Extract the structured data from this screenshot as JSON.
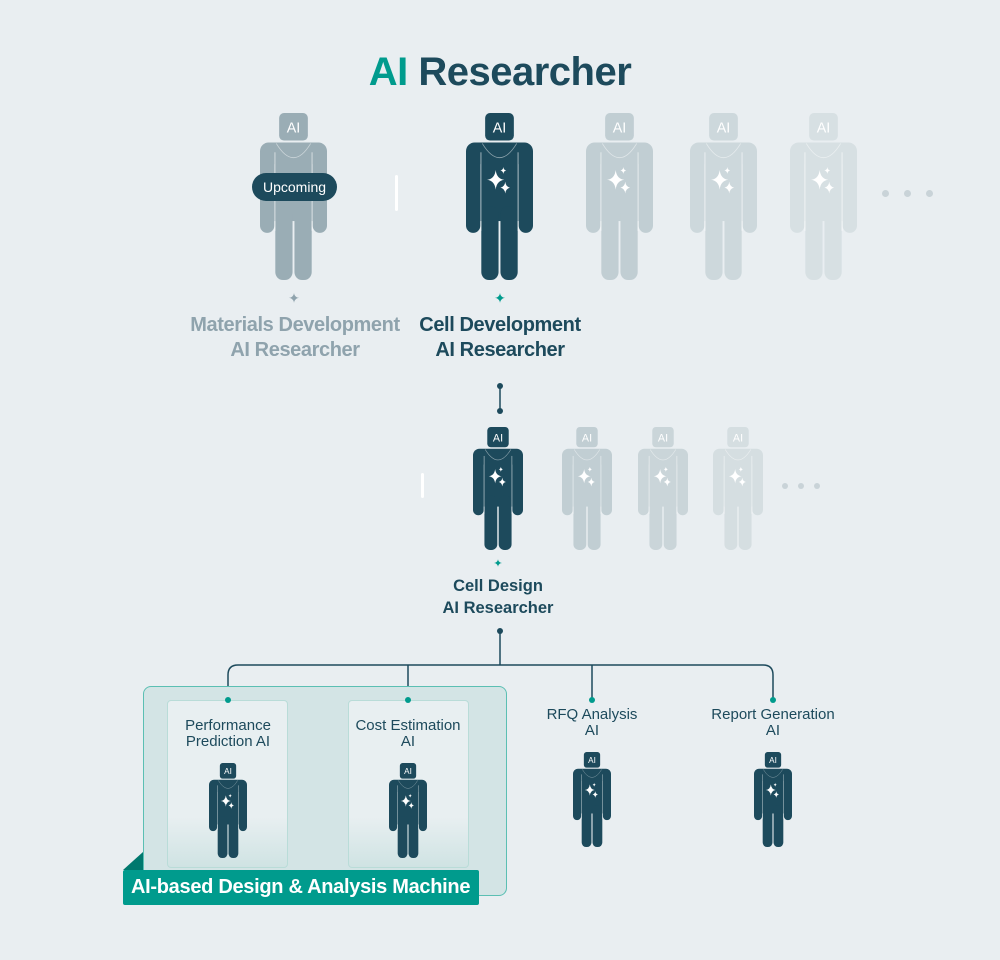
{
  "title": {
    "prefix": "AI",
    "rest": " Researcher"
  },
  "figure_head_label": "AI",
  "top_row": {
    "materials": {
      "label_line1": "Materials Development",
      "label_line2": "AI Researcher",
      "badge": "Upcoming",
      "state": "upcoming"
    },
    "cell_dev": {
      "label_line1": "Cell Development",
      "label_line2": "AI Researcher",
      "state": "active"
    }
  },
  "second_row": {
    "cell_design": {
      "label_line1": "Cell Design",
      "label_line2": "AI Researcher",
      "state": "active"
    }
  },
  "bottom_row": [
    {
      "line1": "Performance",
      "line2": "Prediction AI"
    },
    {
      "line1": "Cost Estimation",
      "line2": "AI"
    },
    {
      "line1": "RFQ Analysis",
      "line2": "AI"
    },
    {
      "line1": "Report Generation",
      "line2": "AI"
    }
  ],
  "group_label": "AI-based Design & Analysis Machine",
  "star_glyph": "✦",
  "colors": {
    "dark": "#1d4a5c",
    "teal": "#009b8d",
    "gray": "#9aadb5",
    "bg": "#e9eef1"
  }
}
